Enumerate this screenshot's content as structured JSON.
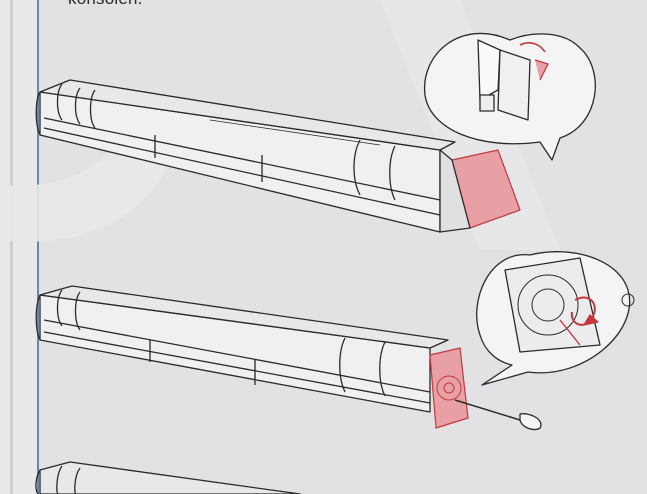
{
  "page": {
    "caption": "konsolen."
  },
  "illustrations": [
    {
      "name": "awning-cassette-with-side-cap-removal",
      "highlight": "end-cap"
    },
    {
      "name": "awning-cassette-with-crank-end-plate",
      "highlight": "end-plate"
    },
    {
      "name": "awning-cassette-partial"
    }
  ],
  "colors": {
    "background": "#e2e2e4",
    "highlight": "#e8a0a4",
    "highlight_stroke": "#c0393f",
    "accent_rule": "#5f8cab",
    "line": "#2a2a2a"
  }
}
